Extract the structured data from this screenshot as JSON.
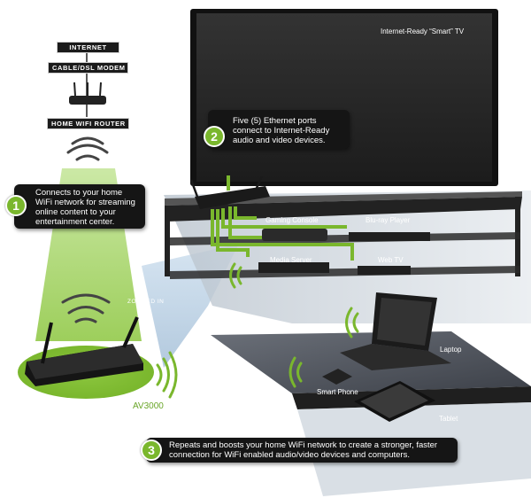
{
  "network_stack": {
    "internet": "INTERNET",
    "modem": "CABLE/DSL MODEM",
    "router": "HOME WIFI ROUTER"
  },
  "tv": {
    "label": "Internet-Ready “Smart” TV"
  },
  "callouts": [
    {
      "number": "1",
      "lines": [
        "Connects to your home",
        "WiFi network for streaming",
        "online content to your",
        "entertainment center."
      ]
    },
    {
      "number": "2",
      "lines": [
        "Five (5) Ethernet ports",
        "connect to Internet-Ready",
        "audio and video devices."
      ]
    },
    {
      "number": "3",
      "lines": [
        "Repeats and boosts your home WiFi network to create a stronger, faster",
        "connection for WiFi enabled audio/video devices and computers."
      ]
    }
  ],
  "devices": {
    "gaming_console": "Gaming Console",
    "bluray_player": "Blu-ray Player",
    "media_server": "Media Server",
    "web_tv": "Web TV",
    "laptop": "Laptop",
    "smart_phone": "Smart Phone",
    "tablet": "Tablet"
  },
  "product": {
    "model": "AV3000",
    "zoom_label": "ZOOMED IN"
  },
  "colors": {
    "accent_green": "#7ab72d",
    "dark": "#151515",
    "tv_screen": "#2b2b2b"
  }
}
